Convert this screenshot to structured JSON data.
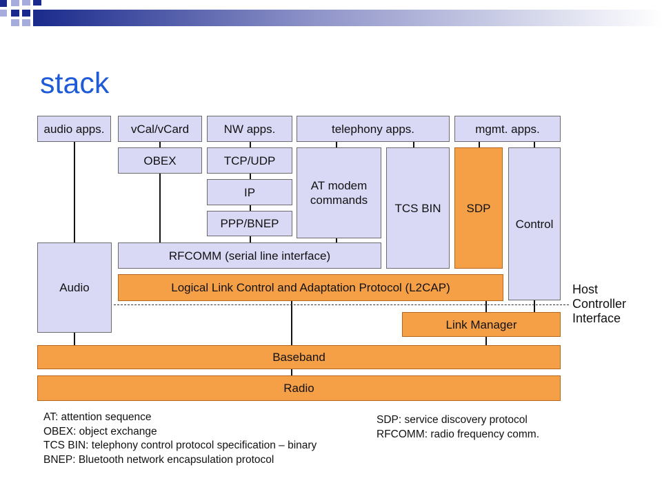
{
  "slide": {
    "title": "stack",
    "colors": {
      "title": "#1f5bd6",
      "upper_layer": "#d9d9f6",
      "core_layer": "#f5a047",
      "decor_navy": "#1a2a8c",
      "decor_lilac": "#a6acdc"
    }
  },
  "stack": {
    "apps": {
      "audio": "audio apps.",
      "vcal": "vCal/vCard",
      "nw": "NW apps.",
      "telephony": "telephony apps.",
      "mgmt": "mgmt. apps."
    },
    "obex": "OBEX",
    "tcp_udp": "TCP/UDP",
    "ip": "IP",
    "ppp_bnep": "PPP/BNEP",
    "at_modem": "AT modem\ncommands",
    "tcs_bin": "TCS BIN",
    "sdp": "SDP",
    "control": "Control",
    "audio": "Audio",
    "rfcomm": "RFCOMM (serial line interface)",
    "l2cap": "Logical Link Control and Adaptation Protocol (L2CAP)",
    "link_manager": "Link Manager",
    "baseband": "Baseband",
    "radio": "Radio",
    "hci_label": "Host\nController\nInterface"
  },
  "legend": {
    "left": [
      "AT: attention sequence",
      "OBEX: object exchange",
      "TCS BIN: telephony control protocol specification – binary",
      "BNEP: Bluetooth network encapsulation protocol"
    ],
    "right": [
      "SDP: service discovery protocol",
      "RFCOMM: radio frequency comm."
    ]
  }
}
